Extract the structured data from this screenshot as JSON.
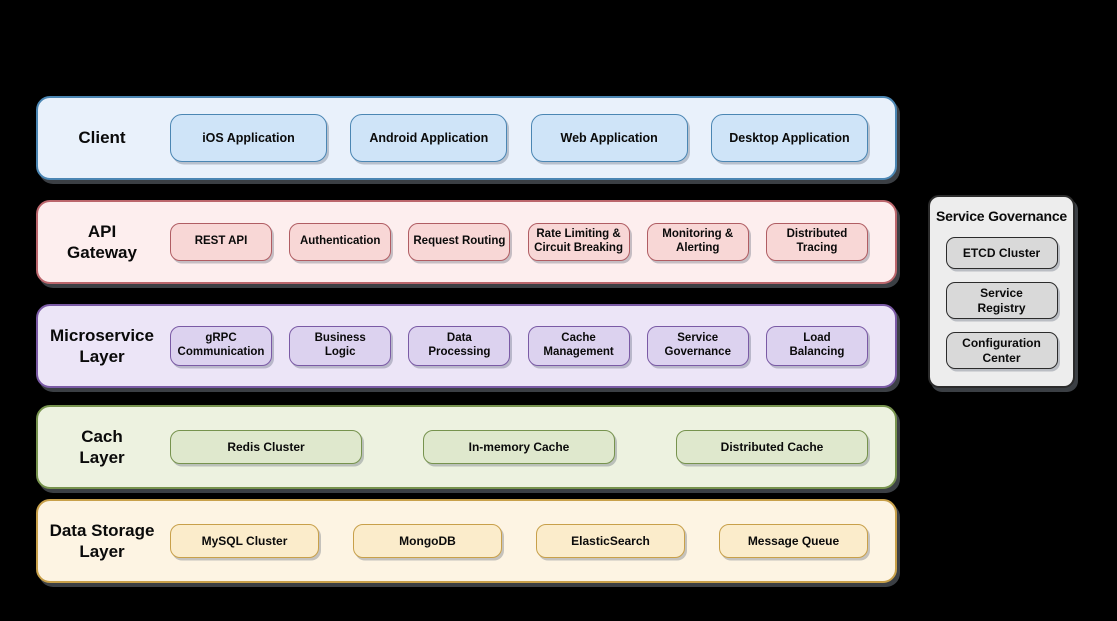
{
  "canvas": {
    "background": "#000000"
  },
  "layers": [
    {
      "label": "Client",
      "colors": {
        "bg": "#e9f1fb",
        "border": "#4b86b3",
        "box_bg": "#cfe4f8",
        "box_border": "#4b86b3"
      },
      "boxes": [
        "iOS Application",
        "Android Application",
        "Web Application",
        "Desktop Application"
      ]
    },
    {
      "label": "API\nGateway",
      "colors": {
        "bg": "#fdeeee",
        "border": "#bb666c",
        "box_bg": "#f8d7d6",
        "box_border": "#b05d63"
      },
      "boxes": [
        "REST API",
        "Authentication",
        "Request Routing",
        "Rate Limiting &\nCircuit Breaking",
        "Monitoring &\nAlerting",
        "Distributed\nTracing"
      ]
    },
    {
      "label": "Microservice\nLayer",
      "colors": {
        "bg": "#ece5f7",
        "border": "#7a5aa5",
        "box_bg": "#dcd2ef",
        "box_border": "#7a5aa5"
      },
      "boxes": [
        "gRPC\nCommunication",
        "Business\nLogic",
        "Data\nProcessing",
        "Cache\nManagement",
        "Service\nGovernance",
        "Load\nBalancing"
      ]
    },
    {
      "label": "Cach\nLayer",
      "colors": {
        "bg": "#edf2e0",
        "border": "#77934e",
        "box_bg": "#dfe8cd",
        "box_border": "#77934e"
      },
      "boxes": [
        "Redis Cluster",
        "In-memory Cache",
        "Distributed Cache"
      ]
    },
    {
      "label": "Data Storage\nLayer",
      "colors": {
        "bg": "#fdf4e3",
        "border": "#c8a04a",
        "box_bg": "#fbeccb",
        "box_border": "#c8a04a"
      },
      "boxes": [
        "MySQL Cluster",
        "MongoDB",
        "ElasticSearch",
        "Message Queue"
      ]
    }
  ],
  "side_panel": {
    "title": "Service Governance",
    "colors": {
      "bg": "#ededed",
      "border": "#2b2b2b",
      "box_bg": "#d9d9d9",
      "box_border": "#2b2b2b"
    },
    "boxes": [
      "ETCD Cluster",
      "Service\nRegistry",
      "Configuration\nCenter"
    ]
  }
}
